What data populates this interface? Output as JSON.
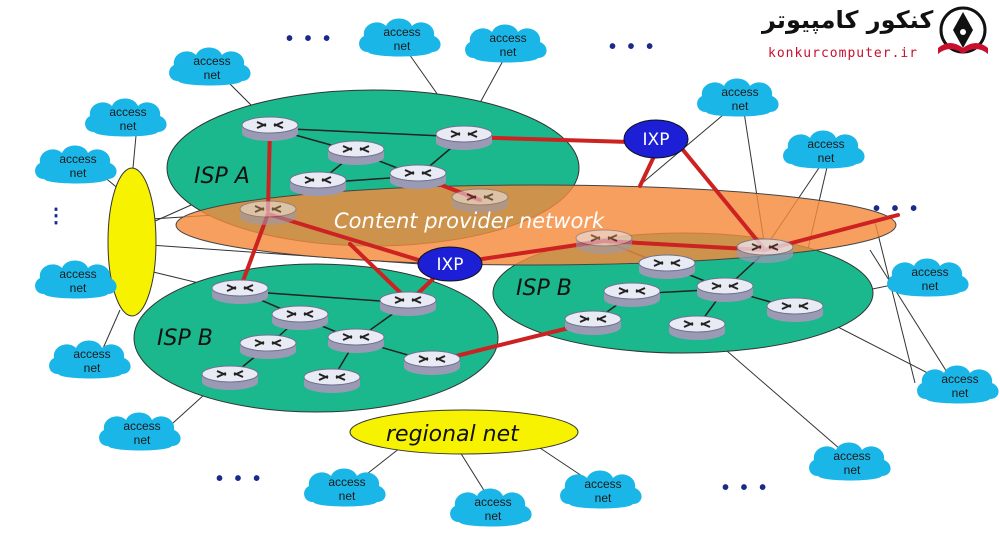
{
  "networks": {
    "isp_a": "ISP A",
    "isp_b_left": "ISP B",
    "isp_b_right": "ISP B",
    "content_provider": "Content provider network",
    "regional": "regional net"
  },
  "ixp": {
    "top": "IXP",
    "middle": "IXP"
  },
  "access_net": {
    "line1": "access",
    "line2": "net"
  },
  "ellipsis": "• • •",
  "ellipsis_vertical": "⋮",
  "logo": {
    "name": "کنکور کامپیوتر",
    "url": "konkurcomputer.ir"
  },
  "colors": {
    "isp_green": "#1bb88e",
    "content_orange": "#f58a3c",
    "regional_yellow": "#f6f200",
    "ixp_blue": "#1c1fd6",
    "access_cloud": "#1ab6e8",
    "link_red": "#cc2222",
    "logo_red": "#c8102e"
  },
  "icons": {
    "router": "router-icon",
    "cloud": "cloud-icon",
    "logo_mark": "pen-nib-logo-icon"
  }
}
